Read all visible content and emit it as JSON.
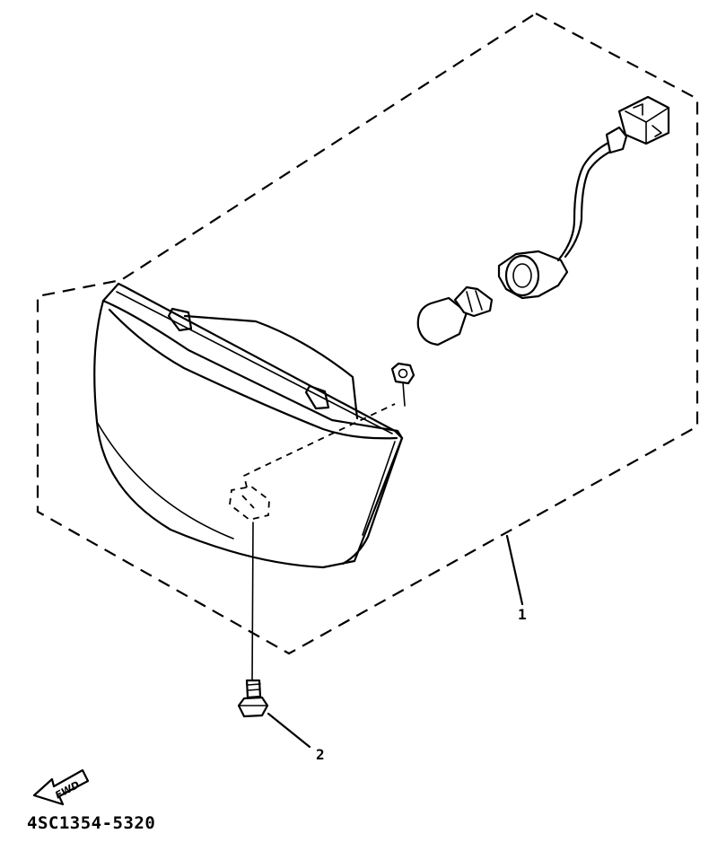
{
  "callouts": {
    "part_1": "1",
    "part_2": "2"
  },
  "fwd_label": "FWD",
  "part_code": "4SC1354-5320",
  "icons": [
    "fwd-arrow-icon"
  ]
}
